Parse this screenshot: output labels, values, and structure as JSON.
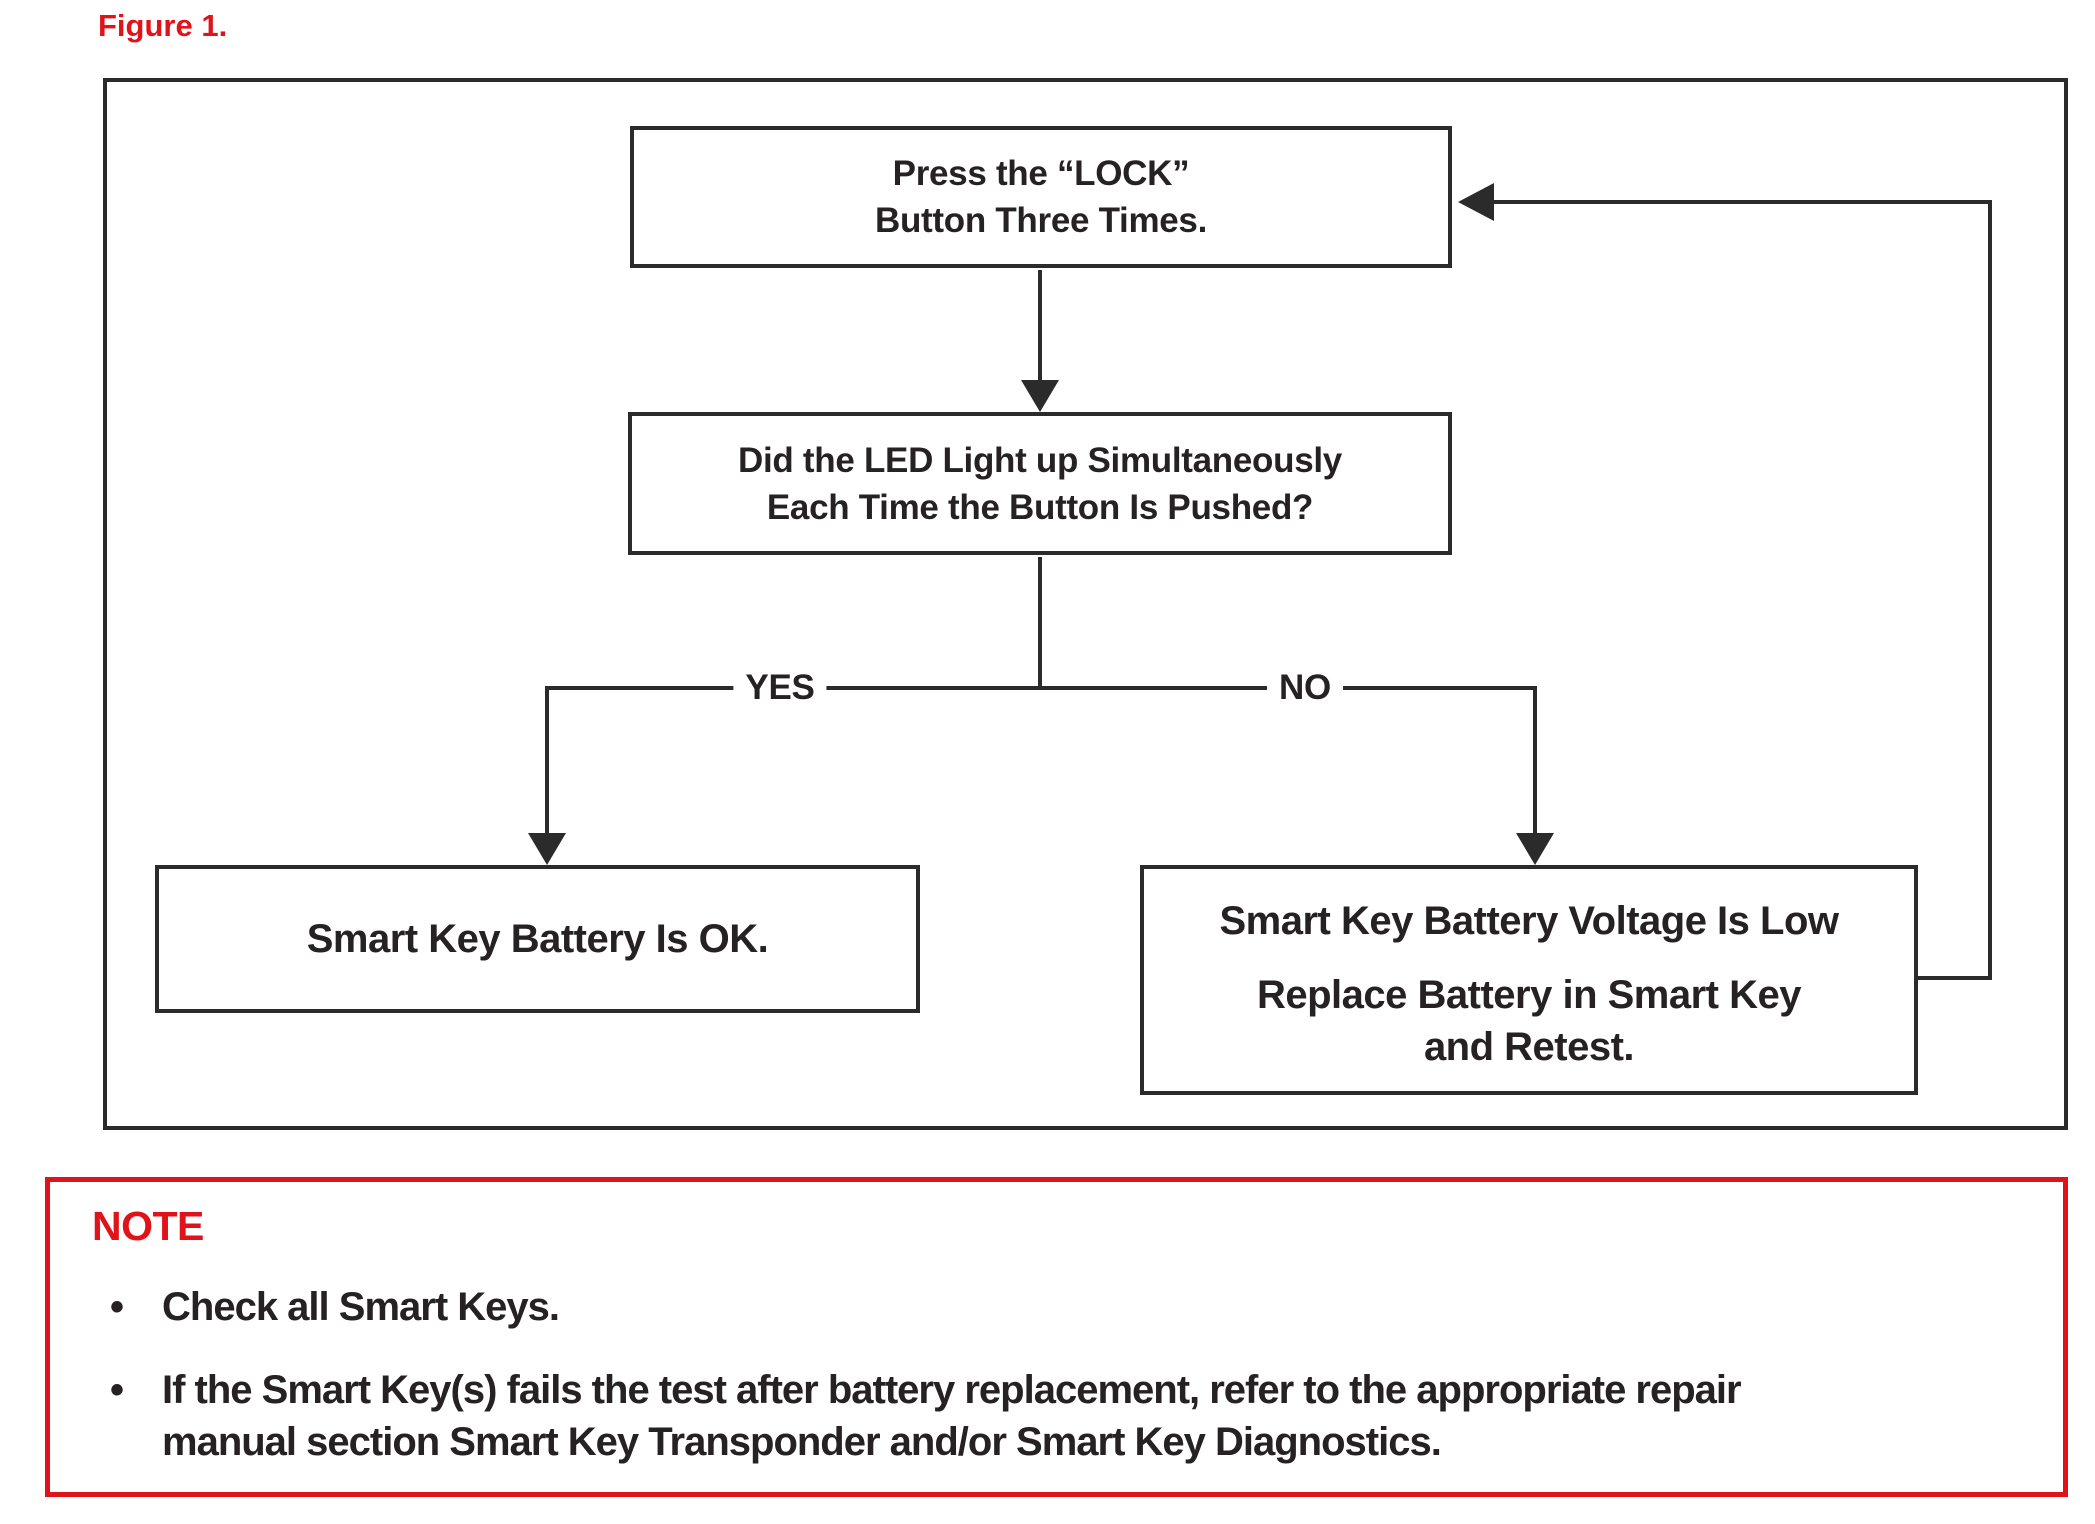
{
  "figure_label": "Figure 1.",
  "colors": {
    "accent_red": "#e0131a",
    "ink": "#2b2b2b"
  },
  "flowchart": {
    "press_lock_box": [
      "Press the “LOCK”",
      "Button Three Times."
    ],
    "led_question_box": [
      "Did the LED Light up Simultaneously",
      "Each Time the Button Is Pushed?"
    ],
    "yes_label": "YES",
    "no_label": "NO",
    "battery_ok_box": "Smart Key Battery Is OK.",
    "battery_low_box": {
      "line1": "Smart Key Battery Voltage Is Low",
      "line2": [
        "Replace Battery in Smart Key",
        "and Retest."
      ]
    }
  },
  "note": {
    "title": "NOTE",
    "bullet_glyph": "•",
    "bullets": [
      [
        "Check all Smart Keys."
      ],
      [
        "If the Smart Key(s) fails the test after battery replacement, refer to the appropriate repair",
        "manual section Smart Key Transponder and/or Smart Key Diagnostics."
      ]
    ]
  }
}
